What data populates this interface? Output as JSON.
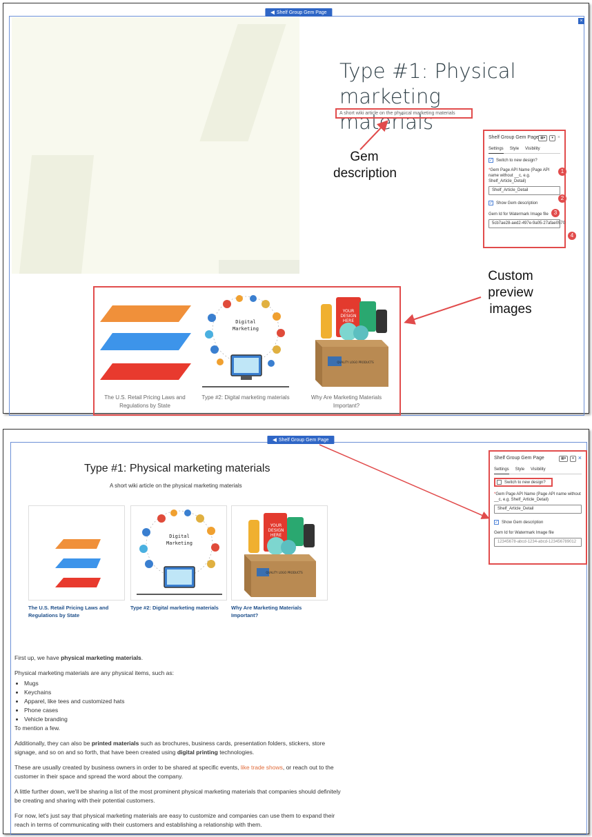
{
  "gem_tab_label": "Shelf Group Gem Page",
  "close_symbol": "×",
  "article_title": "Type #1: Physical marketing materials",
  "gem_description": "A short wiki article on the physical marketing materials",
  "annotations": {
    "gem_description_line1": "Gem",
    "gem_description_line2": "description",
    "custom_preview_line1": "Custom",
    "custom_preview_line2": "preview",
    "custom_preview_line3": "images"
  },
  "settings_panel": {
    "title": "Shelf Group Gem Page",
    "tabs": [
      "Settings",
      "Style",
      "Visibility"
    ],
    "switch_label": "Switch to new design?",
    "api_name_label": "Gem Page API Name (Page API name without __c, e.g. Shelf_Article_Detail)",
    "api_name_value": "Shelf_Article_Detail",
    "show_desc_label": "Show Gem description",
    "gem_id_label": "Gem Id for Watermark Image file",
    "gem_id_value_1": "5cb7ae28-aed2-497e-9a05-27afae0570",
    "gem_id_value_2": "12345678-abcd-1234-abcd-123456789012",
    "markers": [
      "1",
      "2",
      "3",
      "4"
    ]
  },
  "previews": [
    {
      "caption": "The U.S. Retail Pricing Laws and Regulations by State"
    },
    {
      "caption": "Type #2: Digital marketing materials"
    },
    {
      "caption": "Why Are Marketing Materials Important?"
    }
  ],
  "thumbnail_text": {
    "digital_line1": "Digital",
    "digital_line2": "Marketing",
    "box_lines": [
      "YOUR",
      "DESIGN",
      "HERE"
    ],
    "box_logo": "QUALITY LOGO PRODUCTS"
  },
  "article": {
    "p1_prefix": "First up, we have ",
    "p1_bold": "physical marketing materials",
    "p1_suffix": ".",
    "p2": "Physical marketing materials are any physical items, such as:",
    "list": [
      "Mugs",
      "Keychains",
      "Apparel, like tees and customized hats",
      "Phone cases",
      "Vehicle branding"
    ],
    "p3": "To mention a few.",
    "p4_prefix": "Additionally, they can also be ",
    "p4_bold": "printed materials",
    "p4_middle": " such as brochures, business cards, presentation folders, stickers, store signage, and so on and so forth, that have been created using ",
    "p4_bold2": "digital printing",
    "p4_suffix": " technologies.",
    "p5_prefix": "These are usually created by business owners in order to be shared at specific events, ",
    "p5_link": "like trade shows",
    "p5_suffix": ", or reach out to the customer in their space and spread the word about the company.",
    "p6": "A little further down, we'll be sharing a list of the most prominent physical marketing materials that companies should definitely be creating and sharing with their potential customers.",
    "p7": "For now, let's just say that physical marketing materials are easy to customize and companies can use them to expand their reach in terms of communicating with their customers and establishing a relationship with them."
  },
  "colors": {
    "accent_red": "#e14b4b",
    "gem_blue": "#2f66c6",
    "stripe_orange": "#f0903a",
    "stripe_blue": "#3d94ea",
    "stripe_red": "#e83a2e",
    "link_orange": "#e06b3a",
    "caption_blue": "#1d4e89"
  }
}
